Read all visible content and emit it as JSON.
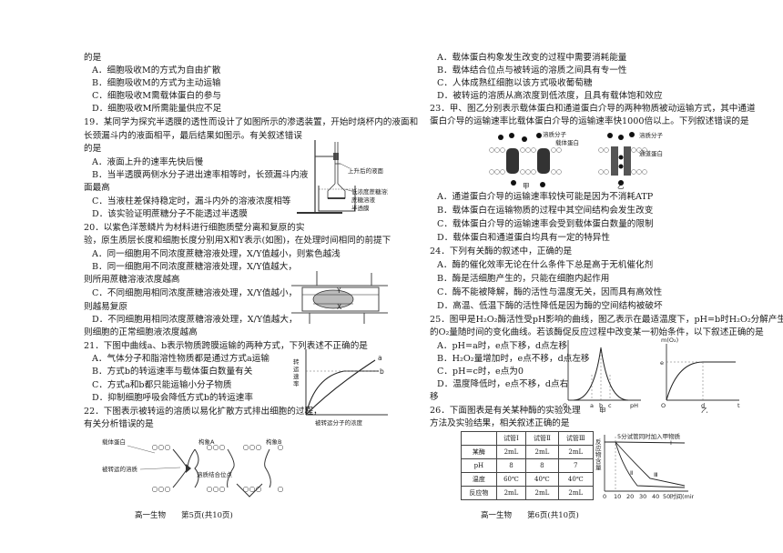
{
  "left": {
    "lines": [
      "的是",
      "A．细胞吸收M的方式为自由扩散",
      "B．细胞吸收M的方式为主动运输",
      "C．细胞吸收M需载体蛋白的参与",
      "D．细胞吸收M所需能量供应不足",
      "19．某同学为探究半透膜的透性而设计了如图所示的渗透装置，开始时烧杯内的液面和",
      "长颈漏斗内的液面相平，最后结果如图示。有关叙述错误",
      "的是",
      "A．液面上升的速率先快后慢",
      "B．当半透膜两侧水分子进出速率相等时，长颈漏斗内液",
      "面最高",
      "C．当液柱差保持稳定时，漏斗内外的溶液浓度相等",
      "D．该实验证明蔗糖分子不能透过半透膜",
      "20．以紫色洋葱鳞片为材料进行细胞质壁分离和复原的实",
      "验，原生质层长度和细胞长度分别用X和Y表示(如图)，在处理时间相同的前提下",
      "A．同一细胞用不同浓度蔗糖溶液处理，X/Y值越小，则紫色越浅",
      "B．同一细胞用不同浓度蔗糖溶液处理，X/Y值越大，",
      "则所用蔗糖溶液浓度越高",
      "C．不同细胞用相同浓度蔗糖溶液处理，X/Y值越小，",
      "则越易复原",
      "D．不同细胞用相同浓度蔗糖溶液处理，X/Y值越大，",
      "则细胞的正常细胞液浓度越高",
      "21．下图中曲线a、b表示物质跨膜运输的两种方式，下列表述不正确的是",
      "A．气体分子和脂溶性物质都是通过方式a运输",
      "B．方式b的转运速率与载体蛋白数量有关",
      "C．方式a和b都只能运输小分子物质",
      "D．抑制细胞呼吸会降低方式b的转运速率",
      "22．下图表示被转运的溶质以易化扩散方式排出细胞的过程，",
      "有关分析错误的是"
    ],
    "fig19": {
      "label1": "上升后的液面",
      "label2": "低浓度蔗糖溶液",
      "label3": "蔗糖溶液",
      "label4": "半透膜"
    },
    "fig20": {
      "y": "Y",
      "x": "X"
    },
    "fig21": {
      "ylabel": "转运速率",
      "xlabel": "被转运分子的浓度",
      "a": "a",
      "b": "b"
    },
    "fig22": {
      "carrier": "载体蛋白",
      "solute": "被转运的溶质",
      "conf_a": "构象A",
      "conf_b": "构象B",
      "site": "溶质结合位点"
    },
    "footer": "高一生物　　第5页(共10页)"
  },
  "right": {
    "lines": [
      "A．载体蛋白构象发生改变的过程中需要消耗能量",
      "B．载体结合位点与被转运的溶质之间具有专一性",
      "C．人体成熟红细胞以该方式吸收葡萄糖",
      "D．被转运的溶质从高浓度到低浓度，且具有载体饱和效应",
      "23．甲、图乙分别表示载体蛋白和通道蛋白介导的两种物质被动运输方式，其中通道",
      "蛋白介导的运输速率比载体蛋白介导的运输速率快1000倍以上。下列叙述错误的是",
      "A．通道蛋白介导的运输速率较快可能是因为不消耗ATP",
      "B．载体蛋白在运输物质的过程中其空间结构会发生改变",
      "C．载体蛋白介导的运输速率会受到载体蛋白数量的限制",
      "D．载体蛋白和通道蛋白均具有一定的特异性",
      "24．下列有关酶的叙述中，正确的是",
      "A．酶的催化效率无论在什么条件下总是高于无机催化剂",
      "B．酶是活细胞产生的，只能在细胞内起作用",
      "C．酶不能被降解，酶的活性与温度无关，因而具有高效性",
      "D．高温、低温下酶的活性降低是因为酶的空间结构被破坏",
      "25．图甲是H₂O₂酶活性受pH影响的曲线，图乙表示在最适温度下，pH=b时H₂O₂分解产生",
      "的O₂量随时间的变化曲线。若该酶促反应过程中改变某一初始条件，以下叙述正确的是",
      "A．pH=a时，e点下移，d点左移",
      "B．H₂O₂量增加时，e点不移，d点左移",
      "C．pH=c时，e点为0",
      "D．温度降低时，e点不移，d点右",
      "移",
      "26．下面图表是有关某种酶的实验处理",
      "方法及实验结果，相关叙述正确的是"
    ],
    "fig23": {
      "solute": "溶质分子",
      "carrier": "载体蛋白",
      "channel": "通道蛋白",
      "jia": "甲",
      "yi": "乙"
    },
    "fig25": {
      "jia": "甲",
      "yi": "乙",
      "o2": "m(O₂)",
      "ph": "pH",
      "a": "a",
      "b": "b",
      "c": "c",
      "d": "d",
      "e": "e",
      "t": "t",
      "o": "O"
    },
    "table26": {
      "headers": [
        "",
        "试管Ⅰ",
        "试管Ⅱ",
        "试管Ⅲ"
      ],
      "rows": [
        [
          "某酶",
          "2mL",
          "2mL",
          "2mL"
        ],
        [
          "pH",
          "8",
          "8",
          "7"
        ],
        [
          "温度",
          "60℃",
          "40℃",
          "40℃"
        ],
        [
          "反应物",
          "2mL",
          "2mL",
          "2mL"
        ]
      ]
    },
    "chart26": {
      "ylabel": "反应物含量",
      "note": "5分试管同时加入甲物质",
      "xlabel": "时间(min)",
      "ticks": [
        "0",
        "10",
        "20",
        "30",
        "40",
        "50"
      ],
      "series": [
        "Ⅰ",
        "Ⅱ",
        "Ⅲ"
      ]
    },
    "footer": "高一生物　　第6页(共10页)"
  }
}
